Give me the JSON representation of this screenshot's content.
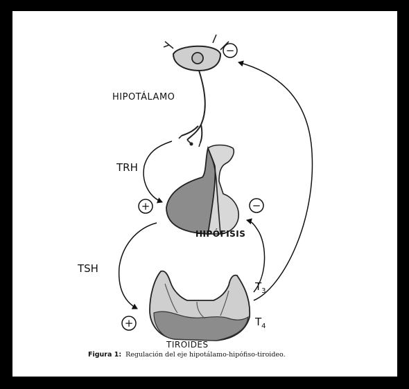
{
  "labels": {
    "hypothalamus": "HIPOTÁLAMO",
    "trh": "TRH",
    "pituitary": "HIPÓFISIS",
    "tsh": "TSH",
    "thyroid": "TIROIDES",
    "t3": "T",
    "t3_sub": "3",
    "t4": "T",
    "t4_sub": "4"
  },
  "signs": {
    "hypothalamus_feedback": "−",
    "pituitary_stimulation": "+",
    "pituitary_feedback": "−",
    "thyroid_stimulation": "+"
  },
  "caption": {
    "label": "Figura 1:",
    "text": "Regulación del eje hipotálamo-hipófiso-tiroideo."
  }
}
